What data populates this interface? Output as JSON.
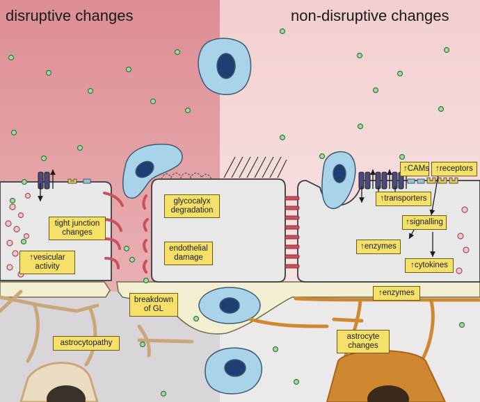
{
  "titles": {
    "left": "disruptive changes",
    "right": "non-disruptive changes"
  },
  "labels": {
    "tight_junction": "tight junction\nchanges",
    "vesicular": "↑vesicular\nactivity",
    "glycocalyx": "glycocalyx\ndegradation",
    "endothelial": "endothelial\ndamage",
    "breakdown": "breakdown\nof GL",
    "astrocytopathy": "astrocytopathy",
    "cams": "↑CAMs",
    "receptors": "↑receptors",
    "transporters": "↑transporters",
    "signalling": "↑signalling",
    "enzymes_endo": "↑enzymes",
    "cytokines": "↑cytokines",
    "enzymes_bm": "↑enzymes",
    "astrocyte_changes": "astrocyte\nchanges"
  },
  "colors": {
    "left_bg": "#e39ca0",
    "right_bg": "#f6dcdc",
    "endothelium": "#e8e8e8",
    "basement": "#f3efd2",
    "brain_left": "#d9d5d8",
    "brain_right": "#ece9ea",
    "astro_left": "#c9a778",
    "astro_right": "#d08830",
    "immune_cell": "#a9d3e8",
    "nucleus": "#1f3f73",
    "particle": "#a8d8a0",
    "junction": "#c9505e",
    "label_fill": "#f5e16a"
  }
}
